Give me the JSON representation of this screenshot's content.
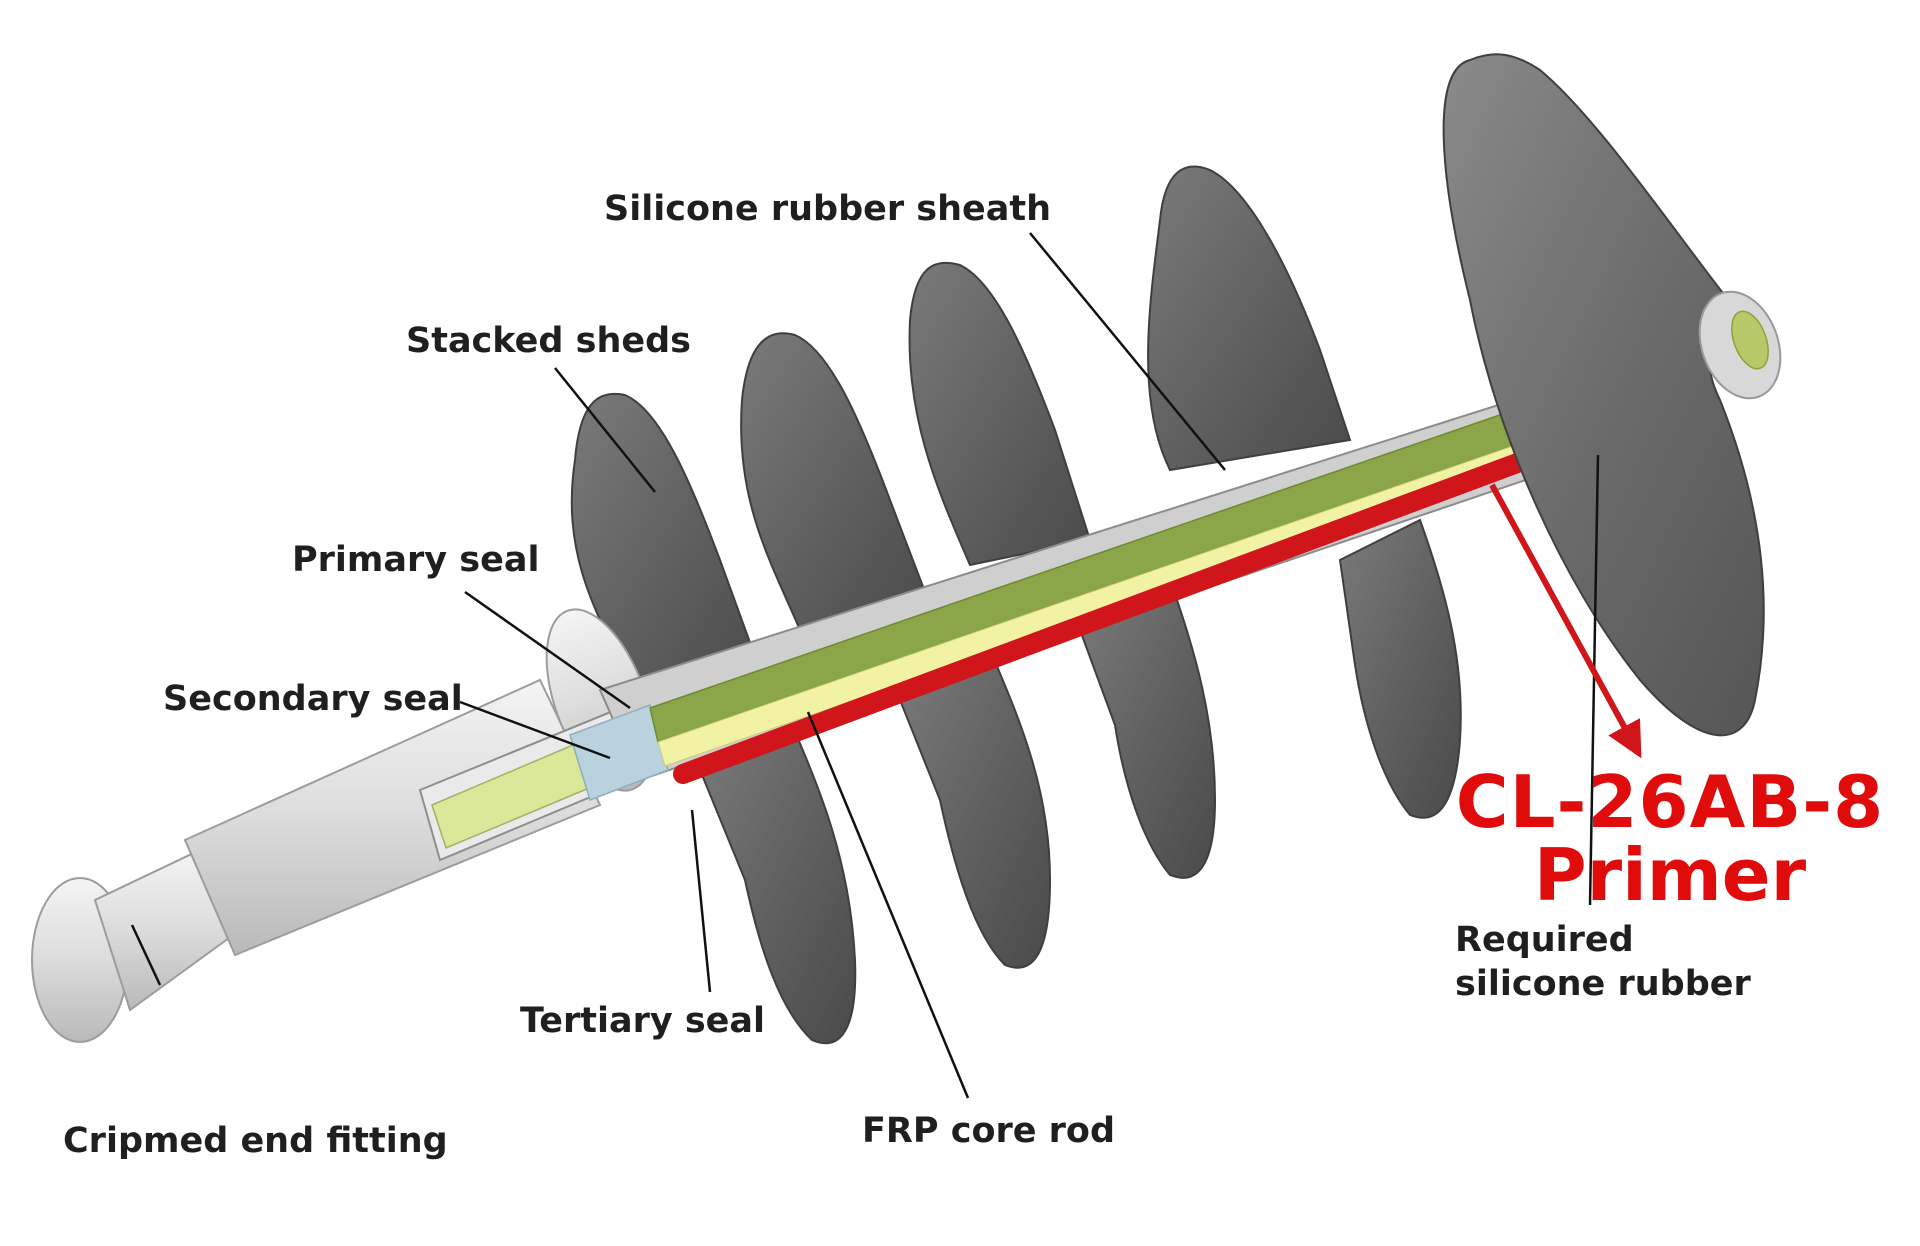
{
  "labels": {
    "silicone_sheath": "Silicone rubber sheath",
    "stacked_sheds": "Stacked sheds",
    "primary_seal": "Primary seal",
    "secondary_seal": "Secondary seal",
    "tertiary_seal": "Tertiary seal",
    "frp_core_rod": "FRP core rod",
    "end_fitting": "Cripmed end fitting"
  },
  "callout": {
    "product_line1": "CL-26AB-8",
    "product_line2": "Primer",
    "note_line1": "Required",
    "note_line2": "silicone rubber"
  },
  "colors": {
    "shed": "#6b6b6b",
    "shed_dark": "#4e4e4e",
    "cut_face": "#d4d4d4",
    "fitting": "#e2e2e2",
    "core_green": "#8aa648",
    "core_yellow": "#f1f2a4",
    "primer_red": "#d0151b",
    "seal_blue": "#b9d2de"
  }
}
